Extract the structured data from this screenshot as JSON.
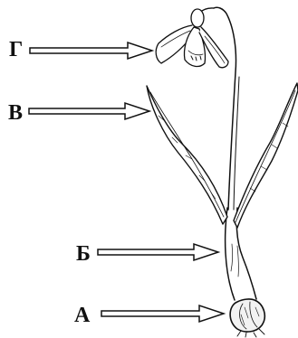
{
  "labels": {
    "g": "Г",
    "v": "В",
    "b": "Б",
    "a": "А"
  },
  "colors": {
    "ink": "#111111",
    "background": "#ffffff"
  }
}
